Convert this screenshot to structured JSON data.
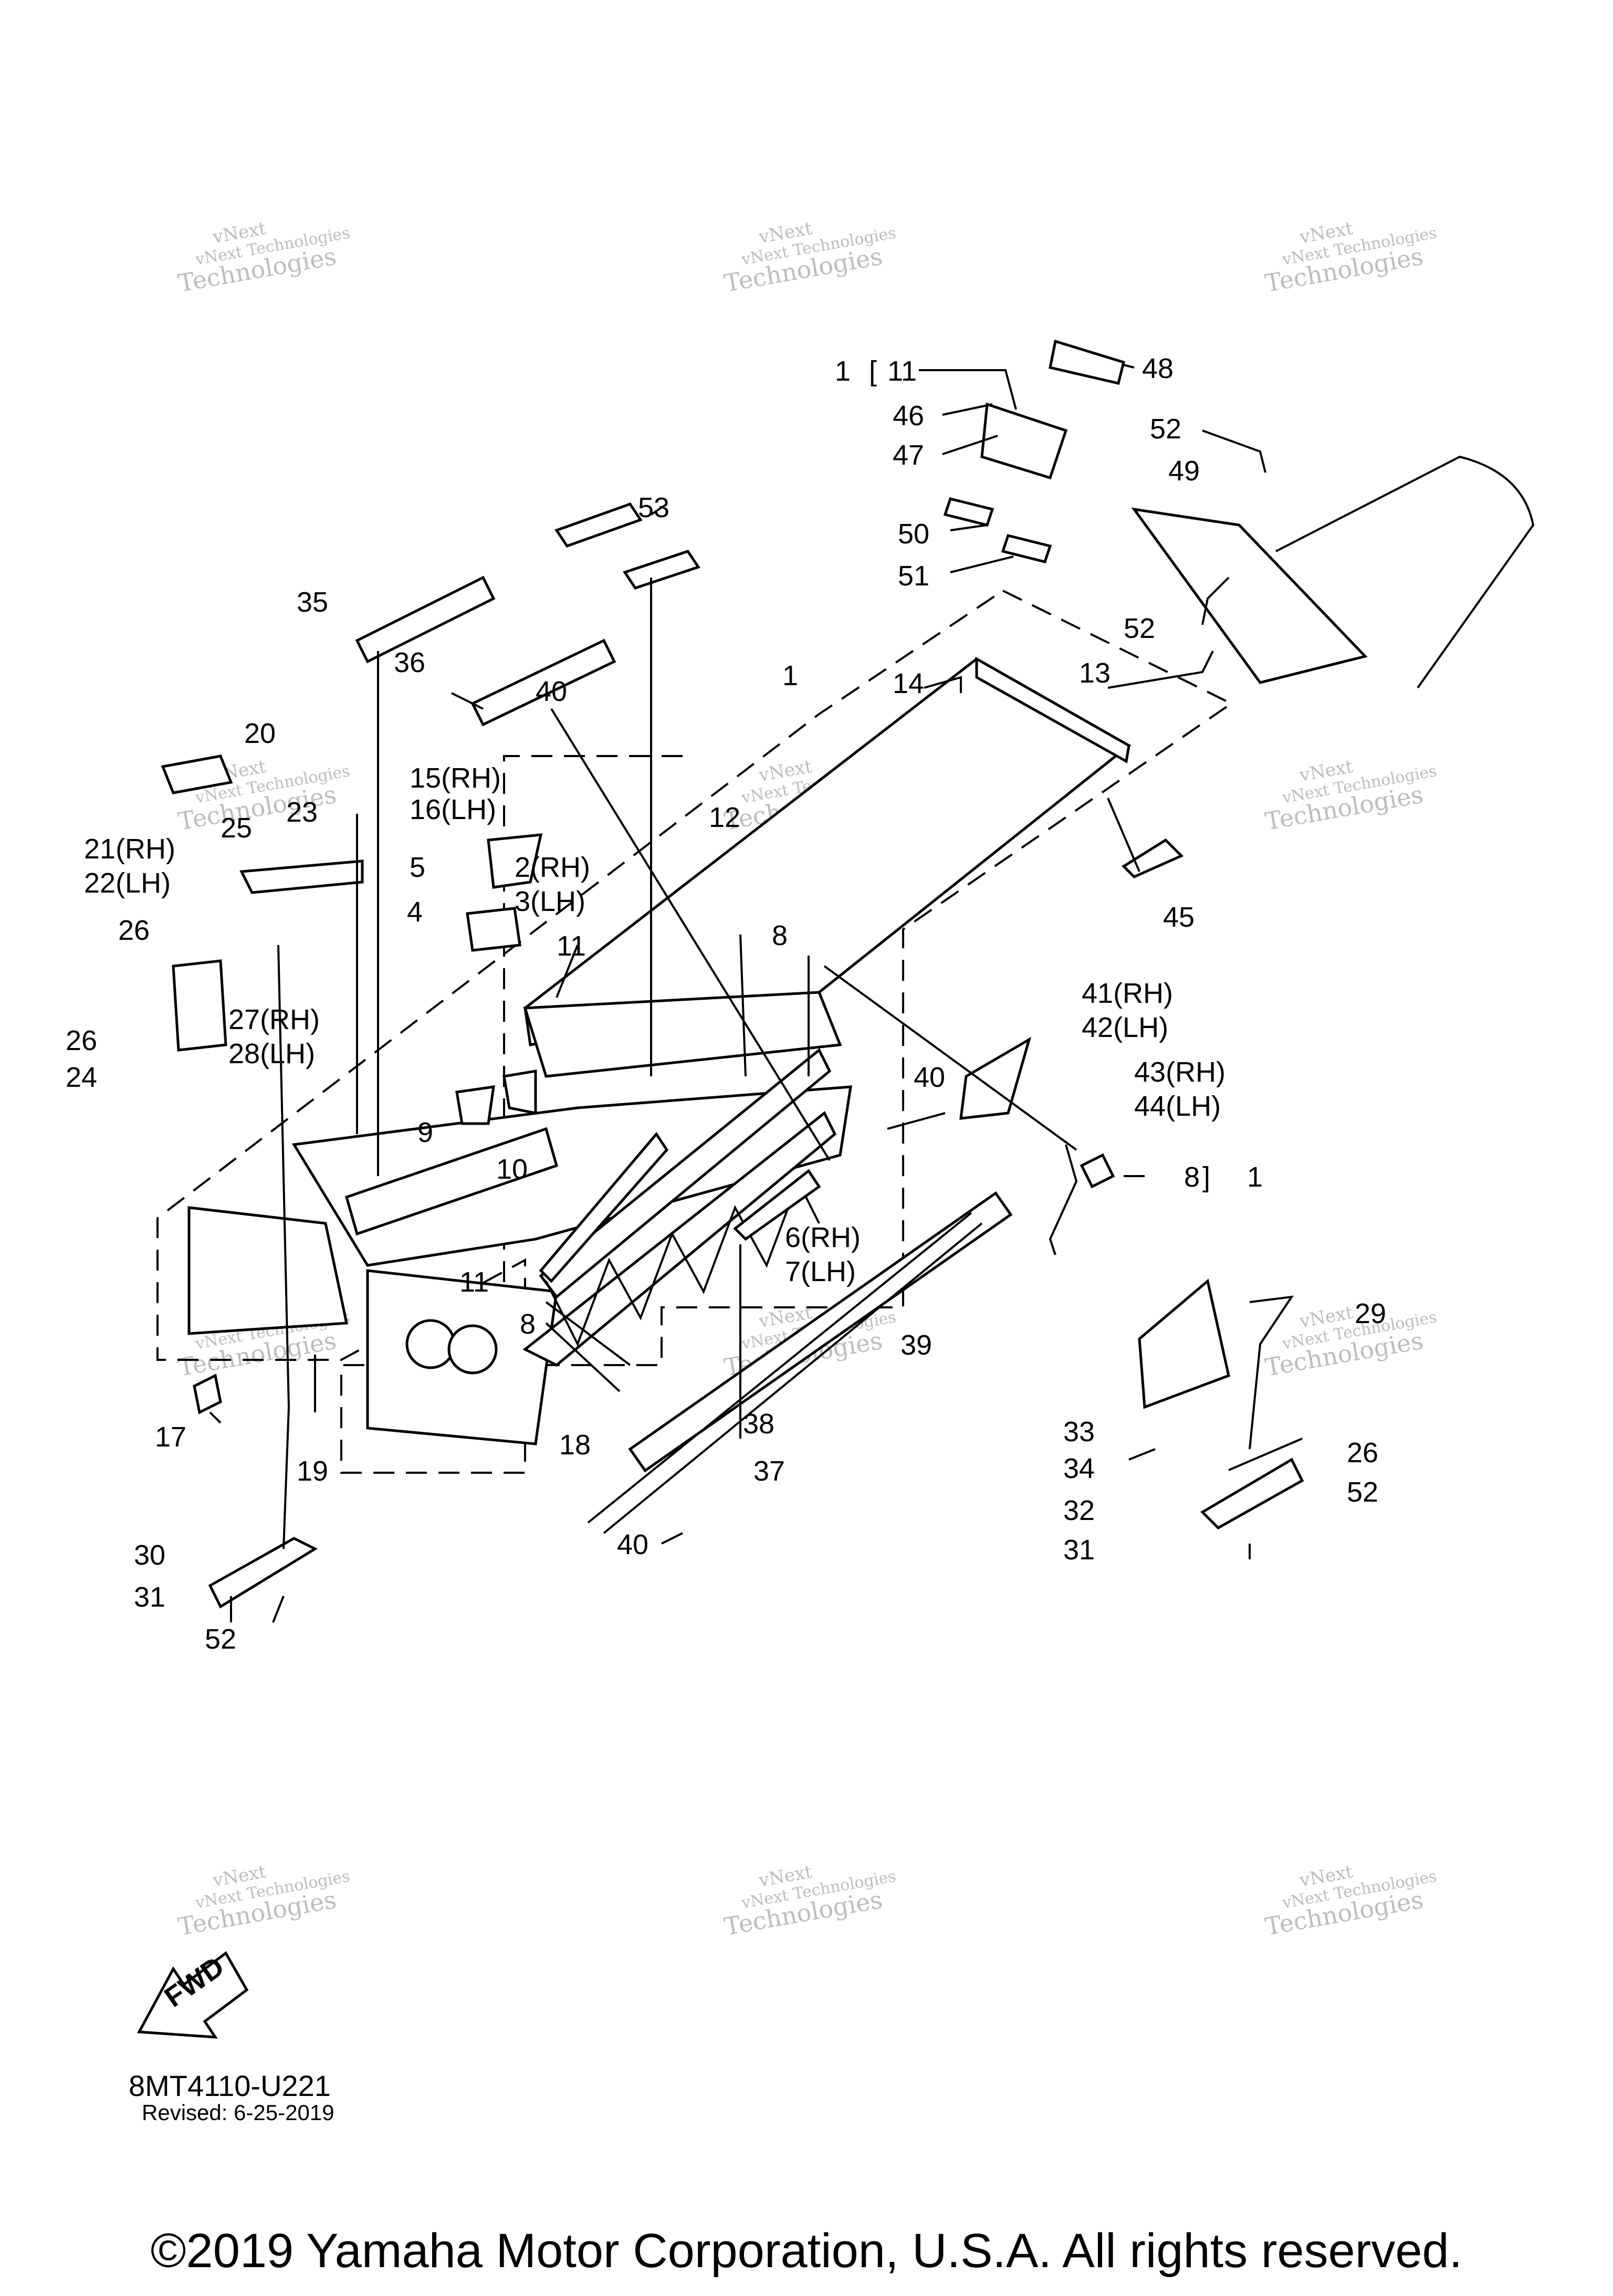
{
  "watermark": {
    "line1": "vNext",
    "line2": "vNext Technologies",
    "line3": "Technologies"
  },
  "callouts": {
    "c1_top": "1",
    "c11_top": "11",
    "c48": "48",
    "c46": "46",
    "c47": "47",
    "c52_a": "52",
    "c49": "49",
    "c53": "53",
    "c50": "50",
    "c51": "51",
    "c52_b": "52",
    "c35": "35",
    "c36": "36",
    "c40_a": "40",
    "c1_frame": "1",
    "c14": "14",
    "c13": "13",
    "c20": "20",
    "c23": "23",
    "c25": "25",
    "c15": "15(RH)",
    "c16": "16(LH)",
    "c21": "21(RH)",
    "c22": "22(LH)",
    "c12": "12",
    "c5": "5",
    "c2": "2(RH)",
    "c3": "3(LH)",
    "c4": "4",
    "c26_a": "26",
    "c45": "45",
    "c8_a": "8",
    "c11_mid": "11",
    "c27": "27(RH)",
    "c28": "28(LH)",
    "c41": "41(RH)",
    "c42": "42(LH)",
    "c26_b": "26",
    "c24": "24",
    "c43": "43(RH)",
    "c44": "44(LH)",
    "c40_b": "40",
    "c9": "9",
    "c10": "10",
    "c8_b": "8",
    "c1_right": "1",
    "c6": "6(RH)",
    "c7": "7(LH)",
    "c11_low": "11",
    "c8_c": "8",
    "c29": "29",
    "c39": "39",
    "c17": "17",
    "c18": "18",
    "c19": "19",
    "c38": "38",
    "c33": "33",
    "c34": "34",
    "c26_c": "26",
    "c37": "37",
    "c32": "32",
    "c52_c": "52",
    "c30": "30",
    "c40_c": "40",
    "c31_a": "31",
    "c31_b": "31",
    "c52_d": "52"
  },
  "fwd_label": "FWD",
  "drawing_number": "8MT4110-U221",
  "revised": "Revised: 6-25-2019",
  "copyright": "©2019 Yamaha Motor Corporation, U.S.A. All rights reserved."
}
